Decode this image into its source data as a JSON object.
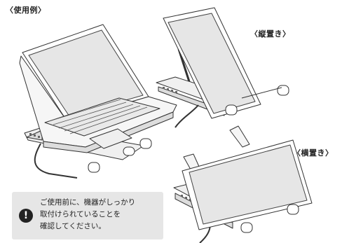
{
  "labels": {
    "example": "〈使用例〉",
    "portrait": "〈縦置き〉",
    "landscape": "〈横置き〉"
  },
  "notice": {
    "icon": "exclamation-icon",
    "line1": "ご使用前に、機器がしっかり",
    "line2": "取付けられていることを",
    "line3": "確認してください。"
  }
}
